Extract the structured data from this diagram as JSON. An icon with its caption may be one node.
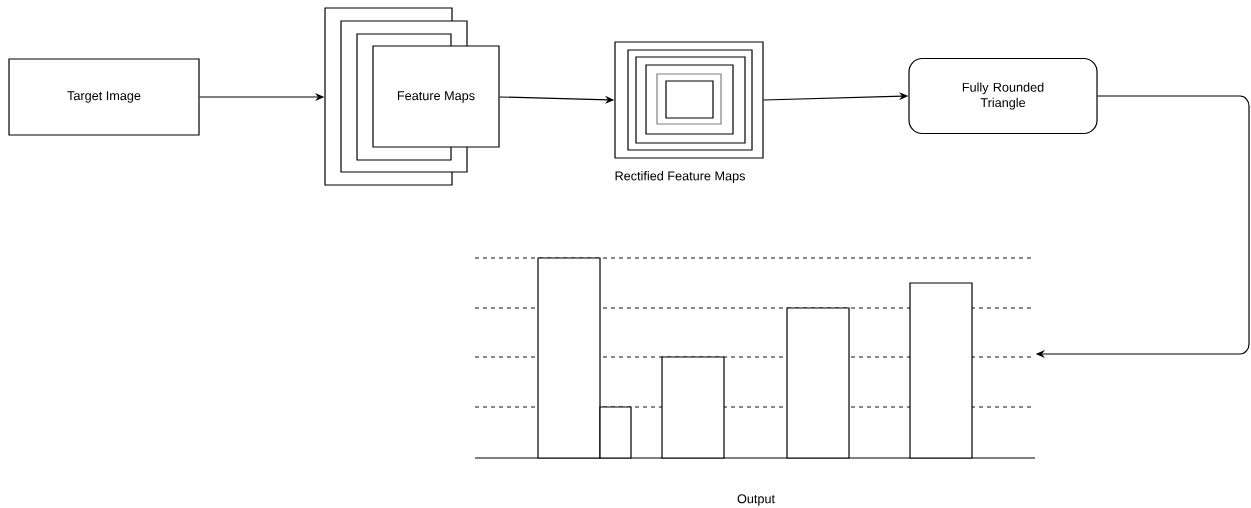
{
  "diagram": {
    "nodes": [
      {
        "text": [
          "Target Image"
        ]
      },
      {
        "text": [
          "Feature Maps"
        ]
      },
      {
        "text": [
          "Rectified Feature Maps"
        ]
      },
      {
        "text": [
          "Fully Rounded Triangle"
        ]
      },
      {
        "text": [],
        "shape": "bar",
        "beside": [
          "Output"
        ]
      }
    ],
    "edges": [
      {
        "from": 0,
        "to": 1,
        "arrow": "to"
      },
      {
        "from": 1,
        "to": 2,
        "arrow": "to"
      },
      {
        "from": 2,
        "to": 3,
        "arrow": "to"
      },
      {
        "from": 3,
        "to": 4,
        "arrow": "to"
      }
    ]
  }
}
